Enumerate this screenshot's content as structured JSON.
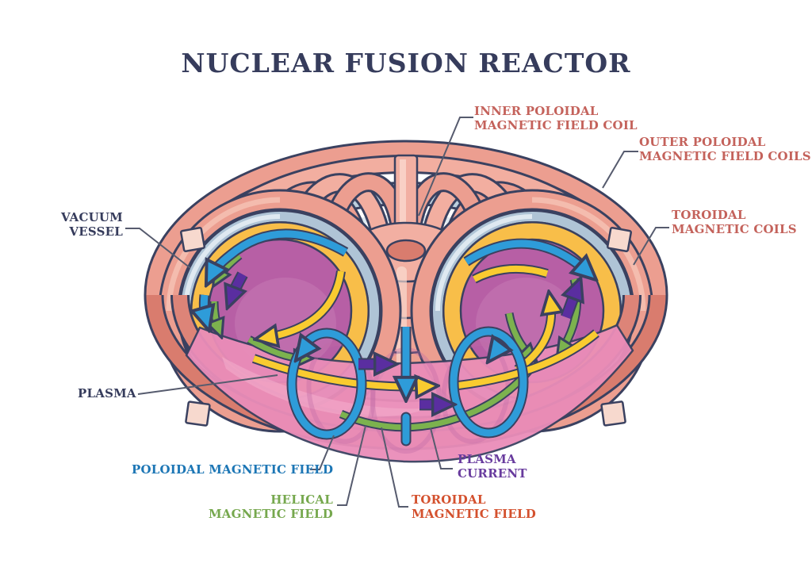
{
  "title": "NUCLEAR FUSION REACTOR",
  "labels": {
    "inner_poloidal_coil": {
      "line1": "INNER POLOIDAL",
      "line2": "MAGNETIC FIELD COIL",
      "color": "#C4625B"
    },
    "outer_poloidal_coils": {
      "line1": "OUTER POLOIDAL",
      "line2": "MAGNETIC FIELD COILS",
      "color": "#C4625B"
    },
    "toroidal_magnetic_coils": {
      "line1": "TOROIDAL",
      "line2": "MAGNETIC COILS",
      "color": "#C4625B"
    },
    "vacuum_vessel": {
      "line1": "VACUUM",
      "line2": "VESSEL",
      "color": "#363C5C"
    },
    "plasma": {
      "line1": "PLASMA",
      "color": "#363C5C"
    },
    "poloidal_magnetic_field": {
      "line1": "POLOIDAL MAGNETIC FIELD",
      "color": "#1C76B5"
    },
    "helical_magnetic_field": {
      "line1": "HELICAL",
      "line2": "MAGNETIC FIELD",
      "color": "#76A84E"
    },
    "toroidal_magnetic_field": {
      "line1": "TOROIDAL",
      "line2": "MAGNETIC FIELD",
      "color": "#D4512E"
    },
    "plasma_current": {
      "line1": "PLASMA",
      "line2": "CURRENT",
      "color": "#693C9E"
    }
  },
  "palette": {
    "title_text": "#363C5C",
    "coil_salmon": "#EC9E90",
    "coil_salmon_dark": "#D97C6E",
    "coil_cap_light": "#F7D9CE",
    "vacuum_vessel_gray_blue": "#BCCFDE",
    "inner_yellow_layer": "#F8BE49",
    "plasma_magenta": "#B75FA5",
    "plasma_front_pink": "#EA8DB9",
    "arrow_poloidal_blue": "#2E9CD9",
    "arrow_toroidal_yellow": "#F9CB30",
    "arrow_helical_green": "#7CB24E",
    "arrow_current_purple": "#5A2EA0",
    "outline_dark": "#3A4160",
    "leader_line": "#565B6E"
  },
  "parts": [
    {
      "name": "outer-poloidal-field-coils",
      "color": "#EC9E90"
    },
    {
      "name": "inner-poloidal-field-coil",
      "color": "#EC9E90"
    },
    {
      "name": "toroidal-magnetic-coils",
      "color": "#EC9E90"
    },
    {
      "name": "vacuum-vessel",
      "color": "#BCCFDE"
    },
    {
      "name": "inner-yellow-layer",
      "color": "#F8BE49"
    },
    {
      "name": "plasma",
      "color": "#B75FA5"
    },
    {
      "name": "plasma-front-tube",
      "color": "#EA8DB9"
    },
    {
      "name": "poloidal-field-arrows",
      "color": "#2E9CD9"
    },
    {
      "name": "toroidal-field-arrows",
      "color": "#F9CB30"
    },
    {
      "name": "helical-field-arrows",
      "color": "#7CB24E"
    },
    {
      "name": "plasma-current-arrows",
      "color": "#5A2EA0"
    }
  ]
}
